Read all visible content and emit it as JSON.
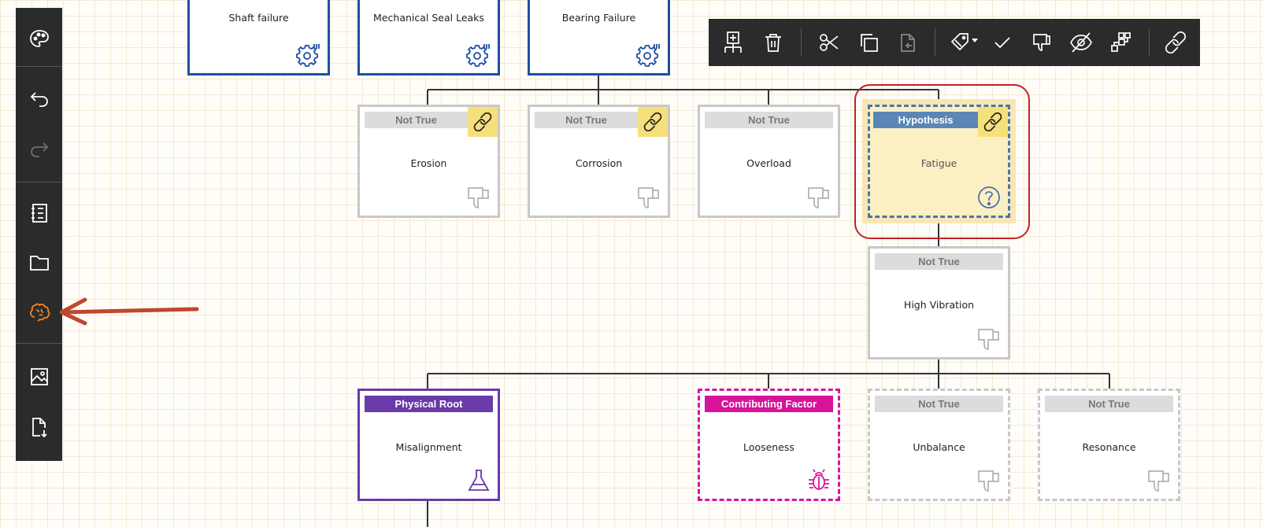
{
  "sidebar": {
    "items": [
      {
        "name": "palette-button",
        "icon": "palette-icon"
      },
      {
        "name": "undo-button",
        "icon": "undo-icon"
      },
      {
        "name": "redo-button",
        "icon": "redo-icon",
        "disabled": true
      },
      {
        "name": "notes-button",
        "icon": "notebook-icon"
      },
      {
        "name": "folder-button",
        "icon": "folder-icon"
      },
      {
        "name": "brain-button",
        "icon": "brain-icon",
        "active": true,
        "color": "#f08a24"
      },
      {
        "name": "image-button",
        "icon": "image-icon"
      },
      {
        "name": "export-button",
        "icon": "document-download-icon"
      }
    ]
  },
  "toolbar": {
    "items": [
      "add-child-icon",
      "trash-icon",
      "cut-icon",
      "copy-icon",
      "paste-icon",
      "tag-dropdown-icon",
      "checkmark-icon",
      "thumbs-down-icon",
      "eye-off-icon",
      "tree-layout-icon",
      "link-icon"
    ]
  },
  "annotation": {
    "arrow_color": "#c0472f",
    "highlight_color": "#c4202a"
  },
  "nodes": {
    "top": [
      {
        "label": "Shaft failure",
        "icon": "gear-settings-icon"
      },
      {
        "label": "Mechanical Seal Leaks",
        "icon": "gear-settings-icon"
      },
      {
        "label": "Bearing Failure",
        "icon": "gear-settings-icon"
      }
    ],
    "level2": [
      {
        "status": "Not True",
        "label": "Erosion",
        "icon": "thumbs-down-icon",
        "pinned": true
      },
      {
        "status": "Not True",
        "label": "Corrosion",
        "icon": "thumbs-down-icon",
        "pinned": true
      },
      {
        "status": "Not True",
        "label": "Overload",
        "icon": "thumbs-down-icon",
        "pinned": false
      },
      {
        "status": "Hypothesis",
        "label": "Fatigue",
        "icon": "help-icon",
        "pinned": true,
        "selected": true
      }
    ],
    "level3": [
      {
        "status": "Not True",
        "label": "High Vibration",
        "icon": "thumbs-down-icon"
      }
    ],
    "level4": [
      {
        "status": "Physical Root",
        "label": "Misalignment",
        "icon": "chemistry-flask-icon"
      },
      {
        "status": "Contributing Factor",
        "label": "Looseness",
        "icon": "bug-icon"
      },
      {
        "status": "Not True",
        "label": "Unbalance",
        "icon": "thumbs-down-icon"
      },
      {
        "status": "Not True",
        "label": "Resonance",
        "icon": "thumbs-down-icon"
      }
    ]
  },
  "colors": {
    "blue": "#1f4fa0",
    "grey": "#c8c8c8",
    "violet": "#6a3aa8",
    "magenta": "#d8139a",
    "hypothesis": "#5b86b5",
    "hypothesis_fill": "#fdefc4",
    "pin": "#f6e07a"
  }
}
